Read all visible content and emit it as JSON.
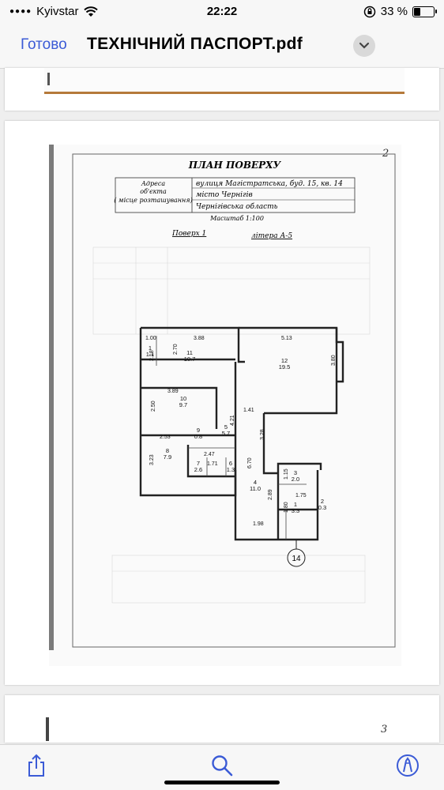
{
  "status_bar": {
    "carrier": "Kyivstar",
    "time": "22:22",
    "battery": "33 %"
  },
  "nav": {
    "done_label": "Готово",
    "title": "ТЕХНІЧНИЙ ПАСПОРТ.pdf"
  },
  "document": {
    "page2_number": "2",
    "page3_number": "3",
    "plan": {
      "heading": "ПЛАН  ПОВЕРХУ",
      "address_label_1": "Адреса",
      "address_label_2": "об'єкта",
      "address_label_3": "( місце розташування)",
      "address_line_1": "вулиця  Магістратська, буд. 15,  кв. 14",
      "address_line_2": "місто  Чернігів",
      "address_line_3": "Чернігівська область",
      "scale": "Масштаб 1:100",
      "floor": "Поверх   1",
      "letter": "літера  А-5",
      "apartment_marker": "14",
      "dimensions": [
        "1.00",
        "3.88",
        "5.13",
        "2.18",
        "2.70",
        "3.80",
        "3.89",
        "2.50",
        "4.21",
        "1.41",
        "3.28",
        "2.53",
        "2.47",
        "1.71",
        "3.23",
        "6.70",
        "1.15",
        "1.75",
        "2.89",
        "1.80",
        "1.98"
      ],
      "rooms": [
        {
          "no": "1",
          "area": "1.1"
        },
        {
          "no": "11",
          "area": "10.7"
        },
        {
          "no": "12",
          "area": "19.5"
        },
        {
          "no": "10",
          "area": "9.7"
        },
        {
          "no": "5",
          "area": "5.7"
        },
        {
          "no": "9",
          "area": "0.8"
        },
        {
          "no": "8",
          "area": "7.9"
        },
        {
          "no": "7",
          "area": "2.6"
        },
        {
          "no": "6",
          "area": "1.3"
        },
        {
          "no": "4",
          "area": "11.0"
        },
        {
          "no": "3",
          "area": "2.0"
        },
        {
          "no": "1",
          "area": "3.3"
        },
        {
          "no": "2",
          "area": "0.3"
        }
      ]
    }
  },
  "toolbar": {
    "share_icon": "share-icon",
    "search_icon": "search-icon",
    "markup_icon": "markup-pen-icon"
  }
}
